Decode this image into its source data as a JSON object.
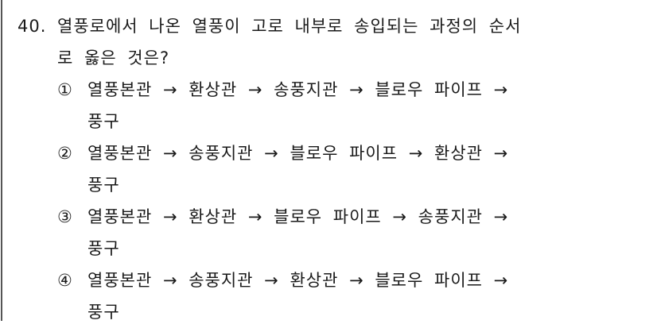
{
  "question": {
    "number": "40.",
    "line1": "열풍로에서 나온 열풍이 고로 내부로 송입되는 과정의 순서",
    "line2": "로 옳은 것은?"
  },
  "options": [
    {
      "marker": "①",
      "line1": "열풍본관 → 환상관 → 송풍지관 → 블로우 파이프 →",
      "line2": "풍구"
    },
    {
      "marker": "②",
      "line1": "열풍본관 → 송풍지관 → 블로우 파이프 → 환상관 →",
      "line2": "풍구"
    },
    {
      "marker": "③",
      "line1": "열풍본관 → 환상관 → 블로우 파이프 → 송풍지관 →",
      "line2": "풍구"
    },
    {
      "marker": "④",
      "line1": "열풍본관 → 송풍지관 → 환상관 → 블로우 파이프 →",
      "line2": "풍구"
    }
  ],
  "colors": {
    "text": "#1a1a1a",
    "border": "#555555",
    "background": "#ffffff"
  }
}
